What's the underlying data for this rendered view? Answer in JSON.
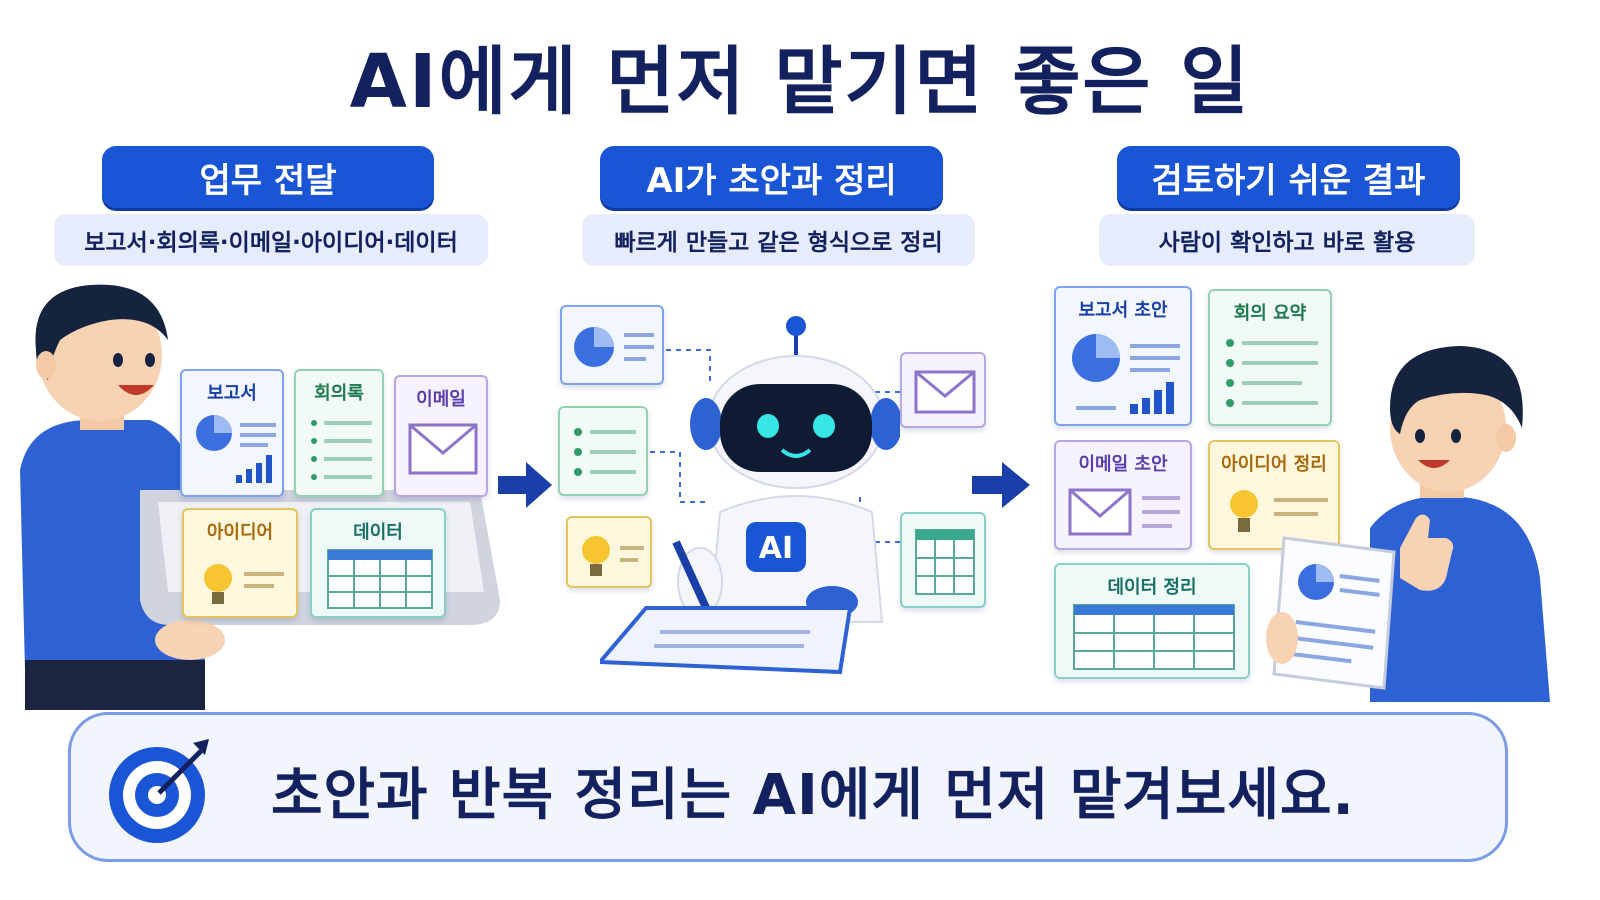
{
  "title": "AI에게 먼저 맡기면 좋은 일",
  "steps": [
    {
      "label": "업무 전달",
      "desc": "보고서·회의록·이메일·아이디어·데이터"
    },
    {
      "label": "AI가 초안과 정리",
      "desc": "빠르게 만들고 같은 형식으로 정리"
    },
    {
      "label": "검토하기 쉬운 결과",
      "desc": "사람이 확인하고 바로 활용"
    }
  ],
  "input_cards": [
    "보고서",
    "회의록",
    "이메일",
    "아이디어",
    "데이터"
  ],
  "robot_badge": "AI",
  "output_cards": [
    "보고서 초안",
    "회의 요약",
    "이메일 초안",
    "아이디어 정리",
    "데이터 정리"
  ],
  "bottom_message": "초안과 반복 정리는 AI에게 먼저 맡겨보세요.",
  "colors": {
    "primary": "#1a55d6",
    "navy": "#13225e",
    "light": "#e6ecfb"
  },
  "icons": [
    "target-icon",
    "arrow-right-icon",
    "robot-icon",
    "envelope-icon",
    "pie-chart-icon",
    "lightbulb-icon",
    "table-icon",
    "list-icon",
    "pen-icon"
  ]
}
